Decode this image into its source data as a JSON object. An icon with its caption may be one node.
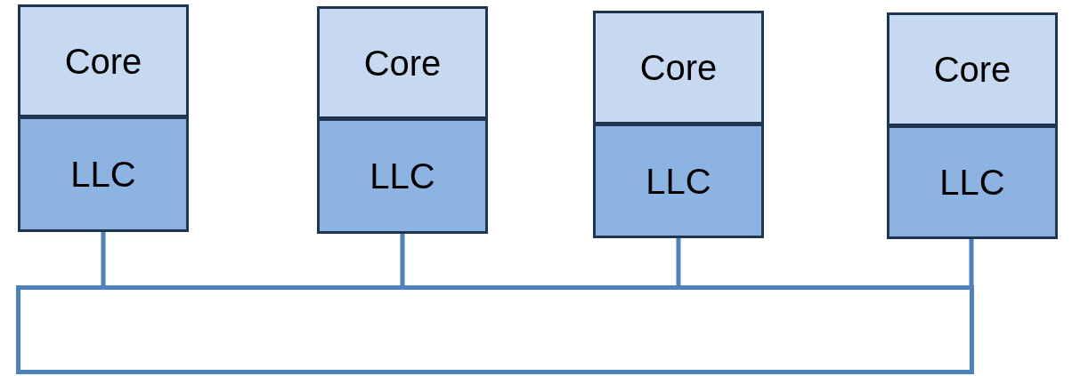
{
  "diagram": {
    "nodes": [
      {
        "text": [
          "Core"
        ]
      },
      {
        "text": [
          "LLC"
        ]
      },
      {
        "text": [
          "Core"
        ]
      },
      {
        "text": [
          "LLC"
        ]
      },
      {
        "text": [
          "Core"
        ]
      },
      {
        "text": [
          "LLC"
        ]
      },
      {
        "text": [
          "Core"
        ]
      },
      {
        "text": [
          "LLC"
        ]
      },
      {
        "text": [],
        "shape": "box"
      }
    ],
    "edges": [
      {
        "from": 1,
        "to": 8,
        "arrow": "none"
      },
      {
        "from": 3,
        "to": 8,
        "arrow": "none"
      },
      {
        "from": 5,
        "to": 8,
        "arrow": "none"
      },
      {
        "from": 7,
        "to": 8,
        "arrow": "none"
      }
    ]
  }
}
